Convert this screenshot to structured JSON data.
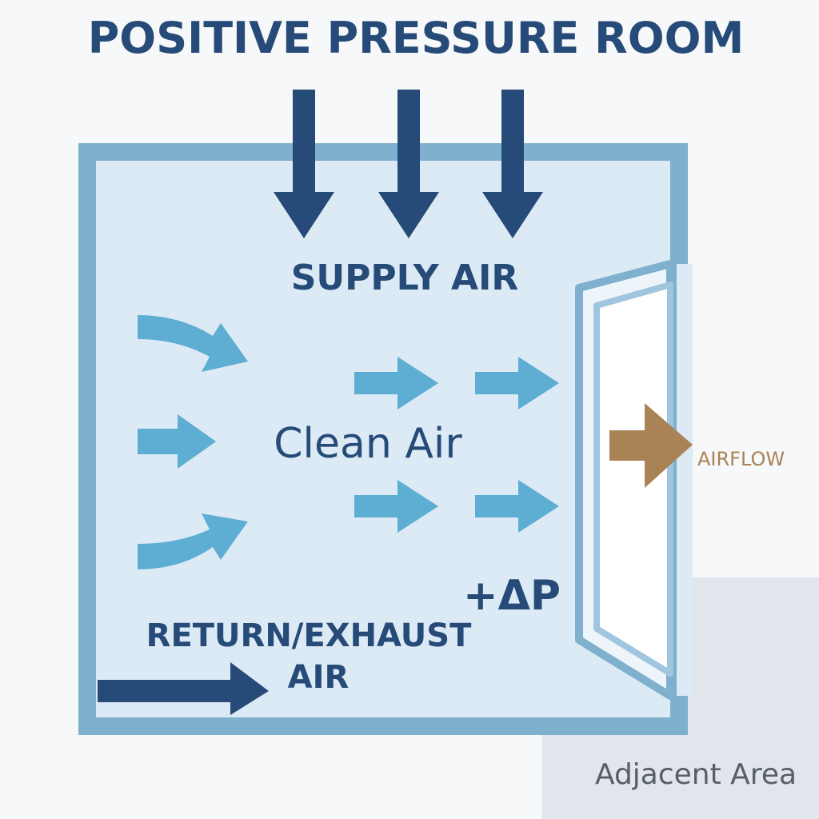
{
  "title": "POSITIVE PRESSURE ROOM",
  "labels": {
    "supply_air": "SUPPLY AIR",
    "clean_air": "Clean Air",
    "airflow": "AIRFLOW",
    "pressure": "+ΔP",
    "return_line1": "RETURN/EXHAUST",
    "return_line2": "AIR",
    "adjacent": "Adjacent Area"
  },
  "colors": {
    "background": "#f7f8f9",
    "room_fill": "#dbeaf4",
    "room_border": "#7fb0ce",
    "dark_blue": "#264b78",
    "light_blue_arrow": "#5eadd3",
    "airflow_arrow": "#a98355",
    "adjacent_fill": "#e2e6ec",
    "adjacent_text": "#565e6a"
  },
  "icons": {
    "supply_arrows": "down-arrow-icon",
    "flow_arrows": "right-arrow-icon",
    "door": "door-icon"
  }
}
